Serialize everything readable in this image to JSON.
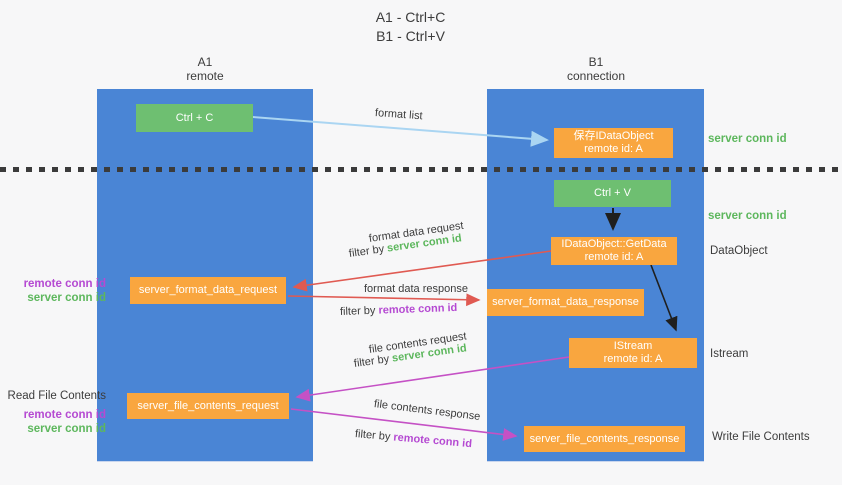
{
  "title": {
    "line1": "A1 - Ctrl+C",
    "line2": "B1 - Ctrl+V"
  },
  "lanes": {
    "left": {
      "title": "A1",
      "subtitle": "remote"
    },
    "right": {
      "title": "B1",
      "subtitle": "connection"
    }
  },
  "boxes": {
    "ctrl_c": {
      "label": "Ctrl + C"
    },
    "save_dataobject": {
      "line1": "保存IDataObject",
      "line2": "remote id: A"
    },
    "ctrl_v": {
      "label": "Ctrl + V"
    },
    "getdata": {
      "line1": "IDataObject::GetData",
      "line2": "remote id: A"
    },
    "format_request": {
      "label": "server_format_data_request"
    },
    "format_response": {
      "label": "server_format_data_response"
    },
    "istream": {
      "line1": "IStream",
      "line2": "remote id: A"
    },
    "file_request": {
      "label": "server_file_contents_request"
    },
    "file_response": {
      "label": "server_file_contents_response"
    }
  },
  "arrow_labels": {
    "format_list": "format list",
    "format_data_request": "format data request",
    "format_data_response": "format data response",
    "file_contents_request": "file contents request",
    "file_contents_response": "file contents response",
    "filter_by": "filter by ",
    "server_conn_id": "server conn id",
    "remote_conn_id": "remote conn id"
  },
  "side_labels": {
    "right_top_server_conn_id": "server conn id",
    "right_upper_server_conn_id": "server conn id",
    "dataobject": "DataObject",
    "istream": "Istream",
    "write_file_contents": "Write File Contents",
    "left_mid_remote_conn_id": "remote conn id",
    "left_mid_server_conn_id": "server conn id",
    "read_file_contents": "Read File Contents",
    "left_bottom_remote_conn_id": "remote conn id",
    "left_bottom_server_conn_id": "server conn id"
  },
  "colors": {
    "lane_blue": "#4a85d5",
    "action_green": "#6ebf71",
    "node_orange": "#f9a63f",
    "arrow_red": "#e05a52",
    "arrow_purple": "#c551c5",
    "arrow_light_blue": "#aad5f2",
    "arrow_black": "#1f1f1f",
    "text_green": "#5db75d",
    "text_purple": "#b54ad2",
    "text_dark": "#3c3c3c",
    "background": "#f7f7f8"
  }
}
